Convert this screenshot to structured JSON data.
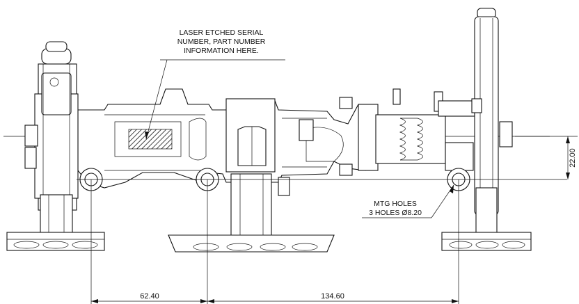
{
  "annotations": {
    "serial_note": [
      "LASER ETCHED SERIAL",
      "NUMBER, PART NUMBER",
      "INFORMATION HERE."
    ],
    "mtg_note": [
      "MTG HOLES",
      "3 HOLES Ø8.20"
    ]
  },
  "dimensions": {
    "horizontal_left": "62.40",
    "horizontal_right": "134.60",
    "vertical_right": "22.00"
  }
}
